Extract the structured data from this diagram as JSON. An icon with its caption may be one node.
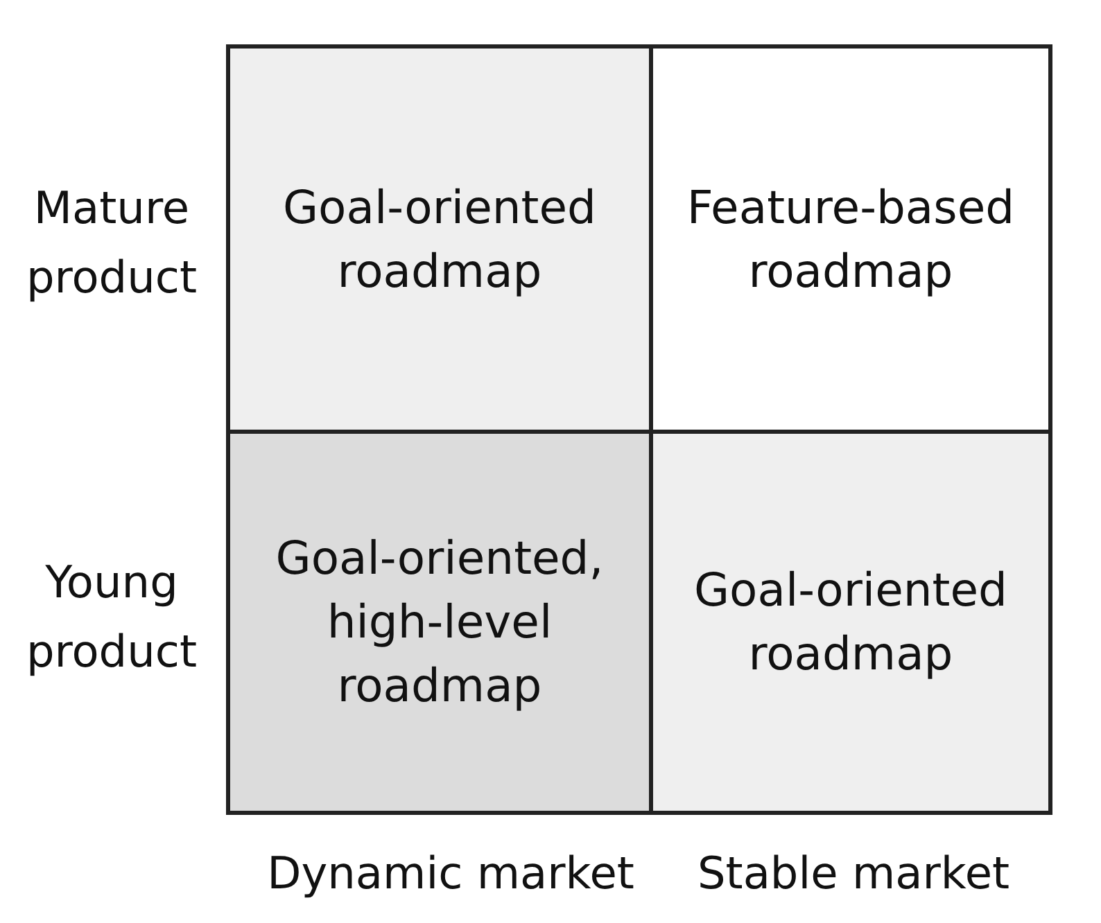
{
  "diagram": {
    "nodes": [
      {
        "text": [
          "Goal-oriented roadmap"
        ]
      },
      {
        "text": [
          "Feature-based roadmap"
        ]
      },
      {
        "text": [
          "Goal-oriented, high-level roadmap"
        ]
      },
      {
        "text": [
          "Goal-oriented roadmap"
        ]
      }
    ],
    "labels": [
      "Mature product",
      "Young product",
      "Dynamic market",
      "Stable market"
    ]
  }
}
